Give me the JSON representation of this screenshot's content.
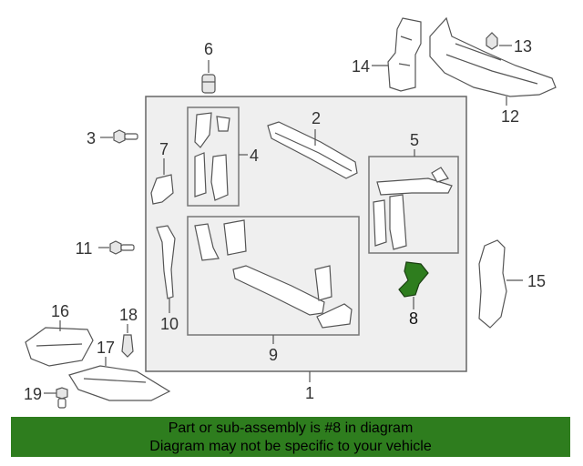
{
  "callouts": {
    "c1": "1",
    "c2": "2",
    "c3": "3",
    "c4": "4",
    "c5": "5",
    "c6": "6",
    "c7": "7",
    "c8": "8",
    "c9": "9",
    "c10": "10",
    "c11": "11",
    "c12": "12",
    "c13": "13",
    "c14": "14",
    "c15": "15",
    "c16": "16",
    "c17": "17",
    "c18": "18",
    "c19": "19"
  },
  "colors": {
    "highlight_part": "#2e7d1e",
    "footer_background": "#2e7d1e",
    "main_panel": "#efefef"
  },
  "footer": {
    "line1": "Part or sub-assembly is #8 in diagram",
    "line2": "Diagram may not be specific to your vehicle"
  }
}
